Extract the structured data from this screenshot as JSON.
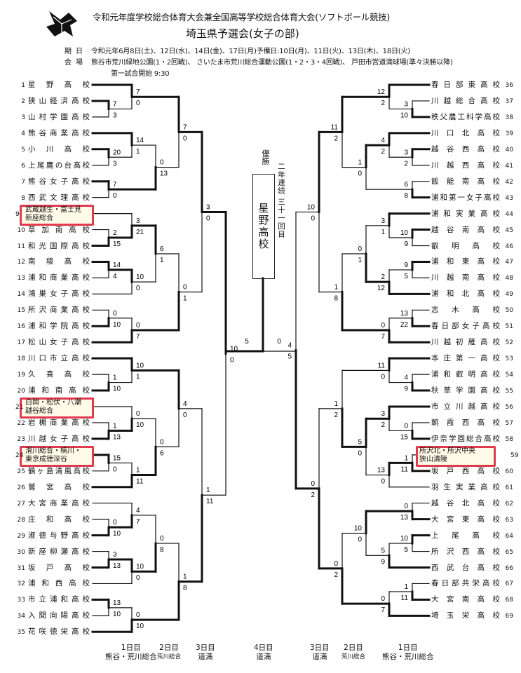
{
  "header": {
    "logo_icon": "prefecture-emblem-icon",
    "title_line1": "令和元年度学校総合体育大会兼全国高等学校総合体育大会(ソフトボール競技)",
    "title_line2": "埼玉県予選会(女子の部)",
    "dates_label": "期日",
    "dates_value": "令和元年6月8日(土)、12日(水)、14日(金)、17日(月)予備日:10日(月)、11日(火)、13日(木)、18日(火)",
    "venue_label": "会場",
    "venue_value": "熊谷市荒川緑地公園(1・2回戦)、 さいたま市荒川総合運動公園(1・2・3・4回戦)、 戸田市営道満球場(準々決勝以降)",
    "start_time": "第一試合開始 9:30"
  },
  "champion": {
    "label": "優勝",
    "team": "星野高校",
    "note": "二年連続 三十一回目"
  },
  "left_teams": [
    {
      "no": "1",
      "name": "星野高校"
    },
    {
      "no": "2",
      "name": "狭山経済高校"
    },
    {
      "no": "3",
      "name": "山村学園高校"
    },
    {
      "no": "4",
      "name": "熊谷商業高校"
    },
    {
      "no": "5",
      "name": "小川高校"
    },
    {
      "no": "6",
      "name": "上尾鷹の台高校"
    },
    {
      "no": "7",
      "name": "熊谷女子高校"
    },
    {
      "no": "8",
      "name": "西武文理高校"
    },
    {
      "no": "9",
      "name": "武蔵越生・富士見\n新座総合",
      "joint": true
    },
    {
      "no": "10",
      "name": "草加南高校"
    },
    {
      "no": "11",
      "name": "和光国際高校"
    },
    {
      "no": "12",
      "name": "南稜高校"
    },
    {
      "no": "13",
      "name": "浦和商業高校"
    },
    {
      "no": "14",
      "name": "鴻巣女子高校"
    },
    {
      "no": "15",
      "name": "所沢商業高校"
    },
    {
      "no": "16",
      "name": "浦和学院高校"
    },
    {
      "no": "17",
      "name": "松山女子高校"
    },
    {
      "no": "18",
      "name": "川口市立高校"
    },
    {
      "no": "19",
      "name": "久喜高校"
    },
    {
      "no": "20",
      "name": "浦和南高校"
    },
    {
      "no": "21",
      "name": "白岡・松伏・八潮\n越谷総合",
      "joint": true
    },
    {
      "no": "22",
      "name": "岩槻商業高校"
    },
    {
      "no": "23",
      "name": "川越女子高校"
    },
    {
      "no": "24",
      "name": "滑川総合・楠川・\n東京成徳深谷",
      "joint": true
    },
    {
      "no": "25",
      "name": "鶴ヶ島清風高校"
    },
    {
      "no": "26",
      "name": "鷲宮高校"
    },
    {
      "no": "27",
      "name": "大宮商業高校"
    },
    {
      "no": "28",
      "name": "庄和高校"
    },
    {
      "no": "29",
      "name": "淑徳与野高校"
    },
    {
      "no": "30",
      "name": "新座柳瀬高校"
    },
    {
      "no": "31",
      "name": "坂戸高校"
    },
    {
      "no": "32",
      "name": "浦和西高校"
    },
    {
      "no": "33",
      "name": "市立浦和高校"
    },
    {
      "no": "34",
      "name": "入間向陽高校"
    },
    {
      "no": "35",
      "name": "花咲徳栄高校"
    }
  ],
  "right_teams": [
    {
      "no": "36",
      "name": "春日部東高校"
    },
    {
      "no": "37",
      "name": "川越総合高校"
    },
    {
      "no": "38",
      "name": "秩父農工科学高校"
    },
    {
      "no": "39",
      "name": "川口北高校"
    },
    {
      "no": "40",
      "name": "越谷西高校"
    },
    {
      "no": "41",
      "name": "川越西高校"
    },
    {
      "no": "42",
      "name": "飯能南高校"
    },
    {
      "no": "43",
      "name": "浦和第一女子高校"
    },
    {
      "no": "44",
      "name": "浦和実業高校"
    },
    {
      "no": "45",
      "name": "越谷南高校"
    },
    {
      "no": "46",
      "name": "叡明高校"
    },
    {
      "no": "47",
      "name": "浦和東高校"
    },
    {
      "no": "48",
      "name": "川越南高校"
    },
    {
      "no": "49",
      "name": "浦和北高校"
    },
    {
      "no": "50",
      "name": "志木高校"
    },
    {
      "no": "51",
      "name": "春日部女子高校"
    },
    {
      "no": "52",
      "name": "川越初雁高校"
    },
    {
      "no": "53",
      "name": "本庄第一高校"
    },
    {
      "no": "54",
      "name": "浦和叡明高校"
    },
    {
      "no": "55",
      "name": "秋草学園高校"
    },
    {
      "no": "56",
      "name": "市立川越高校"
    },
    {
      "no": "57",
      "name": "朝霞西高校"
    },
    {
      "no": "58",
      "name": "伊奈学園総合高校"
    },
    {
      "no": "59",
      "name": "所沢北・所沢中央\n狭山清陵",
      "joint": true
    },
    {
      "no": "60",
      "name": "坂戸西高校"
    },
    {
      "no": "61",
      "name": "羽生実業高校"
    },
    {
      "no": "62",
      "name": "越谷北高校"
    },
    {
      "no": "63",
      "name": "大宮東高校"
    },
    {
      "no": "64",
      "name": "上尾高校"
    },
    {
      "no": "65",
      "name": "所沢西高校"
    },
    {
      "no": "66",
      "name": "西武台高校"
    },
    {
      "no": "67",
      "name": "春日部共栄高校"
    },
    {
      "no": "68",
      "name": "大宮南高校"
    },
    {
      "no": "69",
      "name": "埼玉栄高校"
    }
  ],
  "left_matches": [
    {
      "id": "L1",
      "a": "2",
      "b": "3",
      "sa": "7",
      "sb": "3",
      "win": "a"
    },
    {
      "id": "L2",
      "a": "1",
      "b": "L1",
      "sa": "7",
      "sb": "0",
      "win": "a"
    },
    {
      "id": "L3",
      "a": "5",
      "b": "6",
      "sa": "20",
      "sb": "3",
      "win": "a"
    },
    {
      "id": "L4",
      "a": "4",
      "b": "L3",
      "sa": "14",
      "sb": "1",
      "win": "a"
    },
    {
      "id": "L5",
      "a": "7",
      "b": "8",
      "sa": "7",
      "sb": "0",
      "win": "a"
    },
    {
      "id": "L6",
      "a": "L4",
      "b": "L5",
      "sa": "0",
      "sb": "13",
      "win": "b"
    },
    {
      "id": "L7",
      "a": "L2",
      "b": "L6",
      "sa": "7",
      "sb": "0",
      "win": "a"
    },
    {
      "id": "L8",
      "a": "10",
      "b": "11",
      "sa": "2",
      "sb": "15",
      "win": "b"
    },
    {
      "id": "L9",
      "a": "9",
      "b": "L8",
      "sa": "3",
      "sb": "21",
      "win": "b"
    },
    {
      "id": "L10",
      "a": "12",
      "b": "13",
      "sa": "14",
      "sb": "4",
      "win": "a"
    },
    {
      "id": "L11",
      "a": "L10",
      "b": "14",
      "sa": "10",
      "sb": "0",
      "win": "a"
    },
    {
      "id": "L12",
      "a": "L9",
      "b": "L11",
      "sa": "6",
      "sb": "1",
      "win": "a"
    },
    {
      "id": "L13",
      "a": "15",
      "b": "16",
      "sa": "0",
      "sb": "10",
      "win": "b"
    },
    {
      "id": "L14",
      "a": "L13",
      "b": "17",
      "sa": "0",
      "sb": "7",
      "win": "b"
    },
    {
      "id": "L15",
      "a": "L12",
      "b": "L14",
      "sa": "0",
      "sb": "1",
      "win": "b"
    },
    {
      "id": "L16",
      "a": "L7",
      "b": "L15",
      "sa": "3",
      "sb": "0",
      "win": "a"
    },
    {
      "id": "L17",
      "a": "19",
      "b": "20",
      "sa": "1",
      "sb": "10",
      "win": "b"
    },
    {
      "id": "L18",
      "a": "18",
      "b": "L17",
      "sa": "10",
      "sb": "1",
      "win": "a"
    },
    {
      "id": "L19",
      "a": "22",
      "b": "23",
      "sa": "1",
      "sb": "13",
      "win": "b"
    },
    {
      "id": "L20",
      "a": "21",
      "b": "L19",
      "sa": "0",
      "sb": "10",
      "win": "b"
    },
    {
      "id": "L21",
      "a": "24",
      "b": "25",
      "sa": "15",
      "sb": "0",
      "win": "a"
    },
    {
      "id": "L22",
      "a": "L21",
      "b": "26",
      "sa": "1",
      "sb": "11",
      "win": "b"
    },
    {
      "id": "L23",
      "a": "L20",
      "b": "L22",
      "sa": "0",
      "sb": "6",
      "win": "b"
    },
    {
      "id": "L24",
      "a": "L18",
      "b": "L23",
      "sa": "4",
      "sb": "0",
      "win": "a"
    },
    {
      "id": "L25",
      "a": "28",
      "b": "29",
      "sa": "0",
      "sb": "10",
      "win": "b"
    },
    {
      "id": "L26",
      "a": "27",
      "b": "L25",
      "sa": "4",
      "sb": "7",
      "win": "b"
    },
    {
      "id": "L27",
      "a": "30",
      "b": "31",
      "sa": "3",
      "sb": "13",
      "win": "b"
    },
    {
      "id": "L28",
      "a": "L27",
      "b": "32",
      "sa": "10",
      "sb": "0",
      "win": "a"
    },
    {
      "id": "L29",
      "a": "L26",
      "b": "L28",
      "sa": "0",
      "sb": "8",
      "win": "b"
    },
    {
      "id": "L30",
      "a": "33",
      "b": "34",
      "sa": "13",
      "sb": "10",
      "win": "a"
    },
    {
      "id": "L31",
      "a": "L30",
      "b": "35",
      "sa": "0",
      "sb": "10",
      "win": "b"
    },
    {
      "id": "L32",
      "a": "L29",
      "b": "L31",
      "sa": "1",
      "sb": "8",
      "win": "b"
    },
    {
      "id": "L33",
      "a": "L24",
      "b": "L32",
      "sa": "1",
      "sb": "11",
      "win": "b"
    },
    {
      "id": "L34",
      "a": "L16",
      "b": "L33",
      "sa": "10",
      "sb": "0",
      "win": "a"
    }
  ],
  "right_matches": [
    {
      "id": "R1",
      "a": "37",
      "b": "38",
      "sa": "3",
      "sb": "10",
      "win": "b"
    },
    {
      "id": "R2",
      "a": "36",
      "b": "R1",
      "sa": "12",
      "sb": "2",
      "win": "a"
    },
    {
      "id": "R3",
      "a": "40",
      "b": "41",
      "sa": "3",
      "sb": "2",
      "win": "a"
    },
    {
      "id": "R4",
      "a": "39",
      "b": "R3",
      "sa": "4",
      "sb": "2",
      "win": "a"
    },
    {
      "id": "R5",
      "a": "42",
      "b": "43",
      "sa": "6",
      "sb": "8",
      "win": "b"
    },
    {
      "id": "R6",
      "a": "R4",
      "b": "R5",
      "sa": "1",
      "sb": "0",
      "win": "a"
    },
    {
      "id": "R7",
      "a": "R2",
      "b": "R6",
      "sa": "11",
      "sb": "2",
      "win": "a"
    },
    {
      "id": "R8",
      "a": "45",
      "b": "46",
      "sa": "10",
      "sb": "9",
      "win": "a"
    },
    {
      "id": "R9",
      "a": "44",
      "b": "R8",
      "sa": "3",
      "sb": "1",
      "win": "a"
    },
    {
      "id": "R10",
      "a": "47",
      "b": "48",
      "sa": "9",
      "sb": "5",
      "win": "a"
    },
    {
      "id": "R11",
      "a": "R10",
      "b": "49",
      "sa": "2",
      "sb": "12",
      "win": "b"
    },
    {
      "id": "R12",
      "a": "R9",
      "b": "R11",
      "sa": "0",
      "sb": "1",
      "win": "b"
    },
    {
      "id": "R13",
      "a": "50",
      "b": "51",
      "sa": "13",
      "sb": "22",
      "win": "b"
    },
    {
      "id": "R14",
      "a": "R13",
      "b": "52",
      "sa": "0",
      "sb": "7",
      "win": "b"
    },
    {
      "id": "R15",
      "a": "R12",
      "b": "R14",
      "sa": "1",
      "sb": "8",
      "win": "b"
    },
    {
      "id": "R16",
      "a": "R7",
      "b": "R15",
      "sa": "10",
      "sb": "0",
      "win": "a"
    },
    {
      "id": "R17",
      "a": "54",
      "b": "55",
      "sa": "4",
      "sb": "9",
      "win": "b"
    },
    {
      "id": "R18",
      "a": "53",
      "b": "R17",
      "sa": "11",
      "sb": "0",
      "win": "a"
    },
    {
      "id": "R19",
      "a": "57",
      "b": "58",
      "sa": "0",
      "sb": "15",
      "win": "b"
    },
    {
      "id": "R20",
      "a": "56",
      "b": "R19",
      "sa": "3",
      "sb": "2",
      "win": "a"
    },
    {
      "id": "R21",
      "a": "59",
      "b": "60",
      "sa": "1",
      "sb": "11",
      "win": "b"
    },
    {
      "id": "R22",
      "a": "R21",
      "b": "61",
      "sa": "13",
      "sb": "0",
      "win": "a"
    },
    {
      "id": "R23",
      "a": "R20",
      "b": "R22",
      "sa": "5",
      "sb": "0",
      "win": "a"
    },
    {
      "id": "R24",
      "a": "R18",
      "b": "R23",
      "sa": "1",
      "sb": "2",
      "win": "b"
    },
    {
      "id": "R25",
      "a": "62",
      "b": "63",
      "sa": "0",
      "sb": "13",
      "win": "b"
    },
    {
      "id": "R26",
      "a": "64",
      "b": "65",
      "sa": "10",
      "sb": "5",
      "win": "a"
    },
    {
      "id": "R27",
      "a": "R26",
      "b": "66",
      "sa": "5",
      "sb": "9",
      "win": "b"
    },
    {
      "id": "R28",
      "a": "R25",
      "b": "R27",
      "sa": "10",
      "sb": "0",
      "win": "a"
    },
    {
      "id": "R29",
      "a": "67",
      "b": "68",
      "sa": "1",
      "sb": "11",
      "win": "b"
    },
    {
      "id": "R30",
      "a": "R29",
      "b": "69",
      "sa": "0",
      "sb": "7",
      "win": "b"
    },
    {
      "id": "R31",
      "a": "R28",
      "b": "R30",
      "sa": "0",
      "sb": "2",
      "win": "b"
    },
    {
      "id": "R32",
      "a": "R24",
      "b": "R31",
      "sa": "0",
      "sb": "2",
      "win": "b"
    },
    {
      "id": "R33",
      "a": "R16",
      "b": "R32",
      "sa": "4",
      "sb": "5",
      "win": "b"
    }
  ],
  "final": {
    "left_score": "5",
    "right_score": "0",
    "winner": "left"
  },
  "footer": {
    "left": [
      {
        "day": "1日目",
        "venue": "熊谷・荒川総合"
      },
      {
        "day": "2日目",
        "venue": "荒川総合"
      },
      {
        "day": "3日目",
        "venue": "道満"
      }
    ],
    "center": {
      "day": "4日目",
      "venue": "道満"
    },
    "right": [
      {
        "day": "3日目",
        "venue": "道満"
      },
      {
        "day": "2日目",
        "venue": "荒川総合"
      },
      {
        "day": "1日目",
        "venue": "熊谷・荒川総合"
      }
    ]
  }
}
